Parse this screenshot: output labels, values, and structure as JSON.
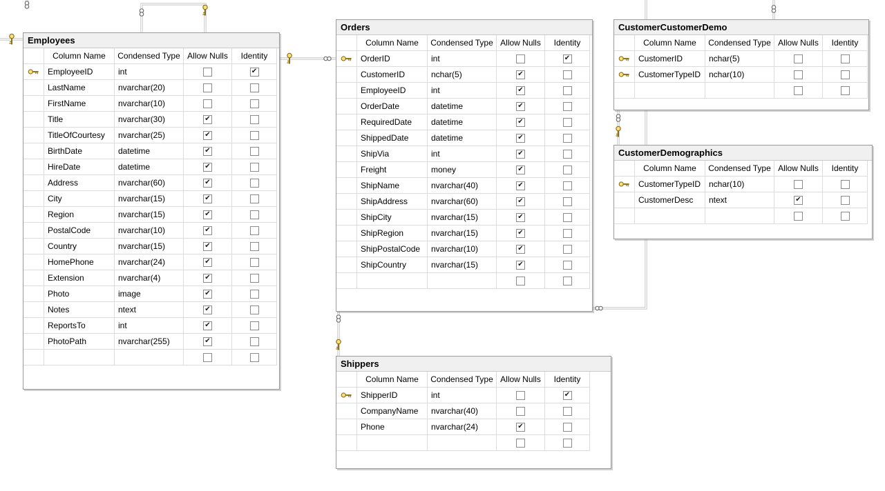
{
  "app": {
    "view": "database-diagram"
  },
  "diagram": {
    "column_headers": [
      "Column Name",
      "Condensed Type",
      "Allow Nulls",
      "Identity"
    ],
    "icons": {
      "primary_key": "gold-key-icon",
      "relationship_one_side": "gold-key-icon",
      "relationship_many_side": "infinity-icon"
    },
    "colors": {
      "title_bar": "#f0f0f0",
      "grid_line": "#dcdcdc",
      "node_border": "#9a9a9a",
      "connector": "#b0b0b0",
      "key_gold": "#f9e27f",
      "key_outline": "#8f6f14",
      "text": "#000000"
    },
    "tables": [
      {
        "title": "Employees",
        "rows": [
          {
            "key": true,
            "name": "EmployeeID",
            "type": "int",
            "allow_nulls": false,
            "identity": true
          },
          {
            "key": false,
            "name": "LastName",
            "type": "nvarchar(20)",
            "allow_nulls": false,
            "identity": false
          },
          {
            "key": false,
            "name": "FirstName",
            "type": "nvarchar(10)",
            "allow_nulls": false,
            "identity": false
          },
          {
            "key": false,
            "name": "Title",
            "type": "nvarchar(30)",
            "allow_nulls": true,
            "identity": false
          },
          {
            "key": false,
            "name": "TitleOfCourtesy",
            "type": "nvarchar(25)",
            "allow_nulls": true,
            "identity": false
          },
          {
            "key": false,
            "name": "BirthDate",
            "type": "datetime",
            "allow_nulls": true,
            "identity": false
          },
          {
            "key": false,
            "name": "HireDate",
            "type": "datetime",
            "allow_nulls": true,
            "identity": false
          },
          {
            "key": false,
            "name": "Address",
            "type": "nvarchar(60)",
            "allow_nulls": true,
            "identity": false
          },
          {
            "key": false,
            "name": "City",
            "type": "nvarchar(15)",
            "allow_nulls": true,
            "identity": false
          },
          {
            "key": false,
            "name": "Region",
            "type": "nvarchar(15)",
            "allow_nulls": true,
            "identity": false
          },
          {
            "key": false,
            "name": "PostalCode",
            "type": "nvarchar(10)",
            "allow_nulls": true,
            "identity": false
          },
          {
            "key": false,
            "name": "Country",
            "type": "nvarchar(15)",
            "allow_nulls": true,
            "identity": false
          },
          {
            "key": false,
            "name": "HomePhone",
            "type": "nvarchar(24)",
            "allow_nulls": true,
            "identity": false
          },
          {
            "key": false,
            "name": "Extension",
            "type": "nvarchar(4)",
            "allow_nulls": true,
            "identity": false
          },
          {
            "key": false,
            "name": "Photo",
            "type": "image",
            "allow_nulls": true,
            "identity": false
          },
          {
            "key": false,
            "name": "Notes",
            "type": "ntext",
            "allow_nulls": true,
            "identity": false
          },
          {
            "key": false,
            "name": "ReportsTo",
            "type": "int",
            "allow_nulls": true,
            "identity": false
          },
          {
            "key": false,
            "name": "PhotoPath",
            "type": "nvarchar(255)",
            "allow_nulls": true,
            "identity": false
          },
          {
            "key": false,
            "name": "",
            "type": "",
            "allow_nulls": false,
            "identity": false
          }
        ]
      },
      {
        "title": "Orders",
        "rows": [
          {
            "key": true,
            "name": "OrderID",
            "type": "int",
            "allow_nulls": false,
            "identity": true
          },
          {
            "key": false,
            "name": "CustomerID",
            "type": "nchar(5)",
            "allow_nulls": true,
            "identity": false
          },
          {
            "key": false,
            "name": "EmployeeID",
            "type": "int",
            "allow_nulls": true,
            "identity": false
          },
          {
            "key": false,
            "name": "OrderDate",
            "type": "datetime",
            "allow_nulls": true,
            "identity": false
          },
          {
            "key": false,
            "name": "RequiredDate",
            "type": "datetime",
            "allow_nulls": true,
            "identity": false
          },
          {
            "key": false,
            "name": "ShippedDate",
            "type": "datetime",
            "allow_nulls": true,
            "identity": false
          },
          {
            "key": false,
            "name": "ShipVia",
            "type": "int",
            "allow_nulls": true,
            "identity": false
          },
          {
            "key": false,
            "name": "Freight",
            "type": "money",
            "allow_nulls": true,
            "identity": false
          },
          {
            "key": false,
            "name": "ShipName",
            "type": "nvarchar(40)",
            "allow_nulls": true,
            "identity": false
          },
          {
            "key": false,
            "name": "ShipAddress",
            "type": "nvarchar(60)",
            "allow_nulls": true,
            "identity": false
          },
          {
            "key": false,
            "name": "ShipCity",
            "type": "nvarchar(15)",
            "allow_nulls": true,
            "identity": false
          },
          {
            "key": false,
            "name": "ShipRegion",
            "type": "nvarchar(15)",
            "allow_nulls": true,
            "identity": false
          },
          {
            "key": false,
            "name": "ShipPostalCode",
            "type": "nvarchar(10)",
            "allow_nulls": true,
            "identity": false
          },
          {
            "key": false,
            "name": "ShipCountry",
            "type": "nvarchar(15)",
            "allow_nulls": true,
            "identity": false
          },
          {
            "key": false,
            "name": "",
            "type": "",
            "allow_nulls": false,
            "identity": false
          }
        ]
      },
      {
        "title": "CustomerCustomerDemo",
        "rows": [
          {
            "key": true,
            "name": "CustomerID",
            "type": "nchar(5)",
            "allow_nulls": false,
            "identity": false
          },
          {
            "key": true,
            "name": "CustomerTypeID",
            "type": "nchar(10)",
            "allow_nulls": false,
            "identity": false
          },
          {
            "key": false,
            "name": "",
            "type": "",
            "allow_nulls": false,
            "identity": false
          }
        ]
      },
      {
        "title": "CustomerDemographics",
        "rows": [
          {
            "key": true,
            "name": "CustomerTypeID",
            "type": "nchar(10)",
            "allow_nulls": false,
            "identity": false
          },
          {
            "key": false,
            "name": "CustomerDesc",
            "type": "ntext",
            "allow_nulls": true,
            "identity": false
          },
          {
            "key": false,
            "name": "",
            "type": "",
            "allow_nulls": false,
            "identity": false
          }
        ]
      },
      {
        "title": "Shippers",
        "rows": [
          {
            "key": true,
            "name": "ShipperID",
            "type": "int",
            "allow_nulls": false,
            "identity": true
          },
          {
            "key": false,
            "name": "CompanyName",
            "type": "nvarchar(40)",
            "allow_nulls": false,
            "identity": false
          },
          {
            "key": false,
            "name": "Phone",
            "type": "nvarchar(24)",
            "allow_nulls": true,
            "identity": false
          },
          {
            "key": false,
            "name": "",
            "type": "",
            "allow_nulls": false,
            "identity": false
          }
        ]
      }
    ],
    "relationships": [
      {
        "id": "employees-self-reference",
        "connects": [
          "Employees",
          "Employees"
        ],
        "glyphs": [
          "infinity",
          "key"
        ]
      },
      {
        "id": "employees-to-offscreen-left",
        "connects": [
          "off-screen-left",
          "Employees"
        ],
        "glyphs": [
          "key"
        ]
      },
      {
        "id": "offscreen-top-left-stub",
        "connects": [
          "off-screen-top",
          "off-screen"
        ],
        "glyphs": [
          "infinity"
        ]
      },
      {
        "id": "employees-to-orders",
        "connects": [
          "Employees",
          "Orders"
        ],
        "glyphs": [
          "key",
          "infinity"
        ]
      },
      {
        "id": "shippers-to-orders",
        "connects": [
          "Orders",
          "Shippers"
        ],
        "glyphs": [
          "infinity",
          "key"
        ]
      },
      {
        "id": "orders-to-offscreen-top",
        "connects": [
          "Orders",
          "off-screen-top"
        ],
        "glyphs": [
          "infinity"
        ]
      },
      {
        "id": "customerdemographics-to-ccd",
        "connects": [
          "CustomerCustomerDemo",
          "CustomerDemographics"
        ],
        "glyphs": [
          "infinity",
          "key"
        ]
      },
      {
        "id": "ccd-to-offscreen-top",
        "connects": [
          "CustomerCustomerDemo",
          "off-screen-top"
        ],
        "glyphs": [
          "infinity"
        ]
      }
    ]
  }
}
